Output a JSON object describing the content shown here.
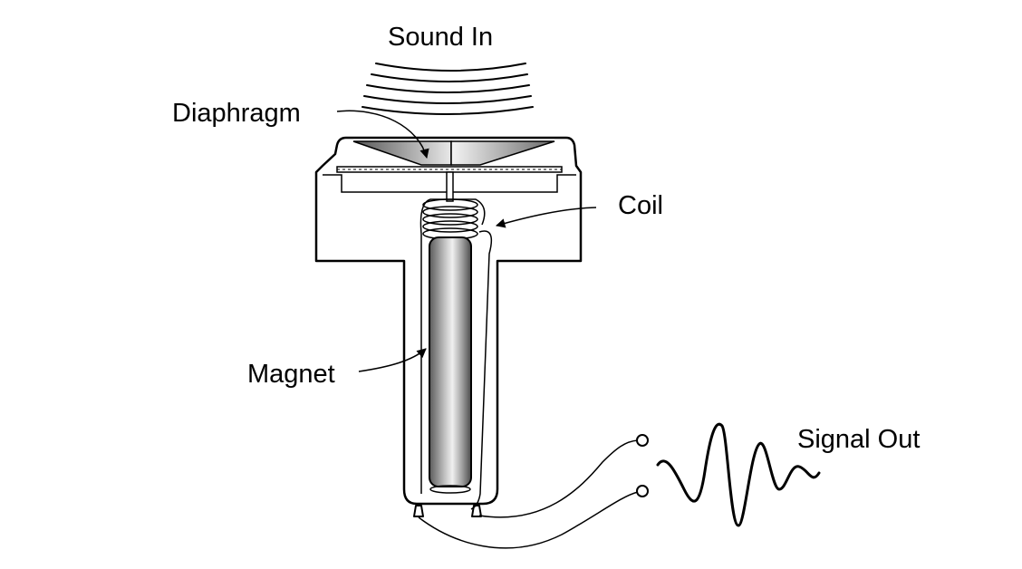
{
  "labels": {
    "sound_in": "Sound In",
    "diaphragm": "Diaphragm",
    "coil": "Coil",
    "magnet": "Magnet",
    "signal_out": "Signal Out"
  },
  "colors": {
    "ink": "#000000",
    "background": "#ffffff",
    "metal_dark": "#6a6a6a",
    "metal_light": "#f2f2f2"
  }
}
